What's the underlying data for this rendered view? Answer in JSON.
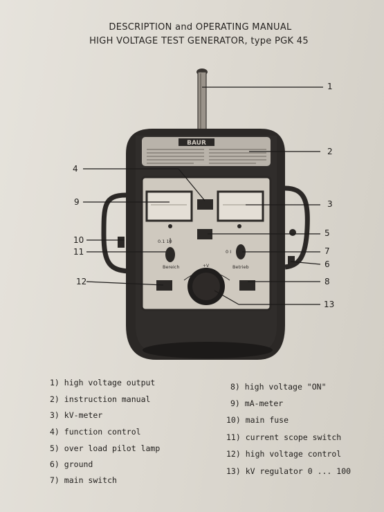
{
  "header": {
    "line1": "DESCRIPTION and OPERATING MANUAL",
    "line2": "HIGH VOLTAGE TEST GENERATOR, type PGK 45"
  },
  "device": {
    "brand": "BAUR",
    "panel_labels": {
      "range_values": "0.1  10",
      "range_word": "Bereich",
      "op_values": "0      I",
      "op_word": "Betrieb",
      "kv_mark": "+V"
    }
  },
  "callouts": [
    "1",
    "2",
    "3",
    "4",
    "5",
    "6",
    "7",
    "8",
    "9",
    "10",
    "11",
    "12",
    "13"
  ],
  "legend_left": [
    {
      "num": "1)",
      "text": "high voltage output"
    },
    {
      "num": "2)",
      "text": "instruction manual"
    },
    {
      "num": "3)",
      "text": "kV-meter"
    },
    {
      "num": "4)",
      "text": "function control"
    },
    {
      "num": "5)",
      "text": "over load pilot lamp"
    },
    {
      "num": "6)",
      "text": "ground"
    },
    {
      "num": "7)",
      "text": "main switch"
    }
  ],
  "legend_right": [
    {
      "num": "8)",
      "text": "high voltage \"ON\""
    },
    {
      "num": "9)",
      "text": "mA-meter"
    },
    {
      "num": "10)",
      "text": "main fuse"
    },
    {
      "num": "11)",
      "text": "current scope switch"
    },
    {
      "num": "12)",
      "text": "high voltage control"
    },
    {
      "num": "13)",
      "text": "kV regulator  0 ... 100"
    }
  ]
}
